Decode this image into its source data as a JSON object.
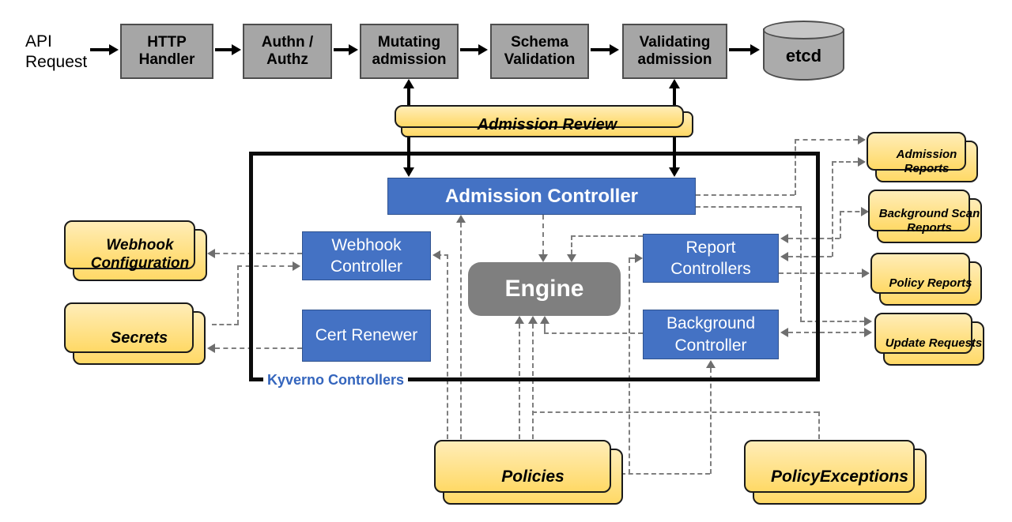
{
  "pipeline": {
    "api_request": "API Request",
    "steps": [
      "HTTP Handler",
      "Authn / Authz",
      "Mutating admission",
      "Schema Validation",
      "Validating admission"
    ],
    "etcd": "etcd"
  },
  "banner": {
    "admission_review": "Admission Review"
  },
  "container": {
    "label": "Kyverno Controllers"
  },
  "controllers": {
    "admission": "Admission Controller",
    "webhook": "Webhook Controller",
    "cert": "Cert Renewer",
    "engine": "Engine",
    "report": "Report Controllers",
    "background": "Background Controller"
  },
  "resources": {
    "webhook_configuration": "Webhook Configuration",
    "secrets": "Secrets",
    "admission_reports": "Admission Reports",
    "background_scan_reports": "Background Scan Reports",
    "policy_reports": "Policy Reports",
    "update_requests": "Update Requests",
    "policies": "Policies",
    "policy_exceptions": "PolicyExceptions"
  },
  "colors": {
    "controller_blue": "#4472C4",
    "pipeline_gray": "#A6A6A6",
    "engine_gray": "#7F7F7F",
    "card_yellow": "#FFD966",
    "connector_gray": "#7F7F7F",
    "container_label_blue": "#3465BD"
  }
}
